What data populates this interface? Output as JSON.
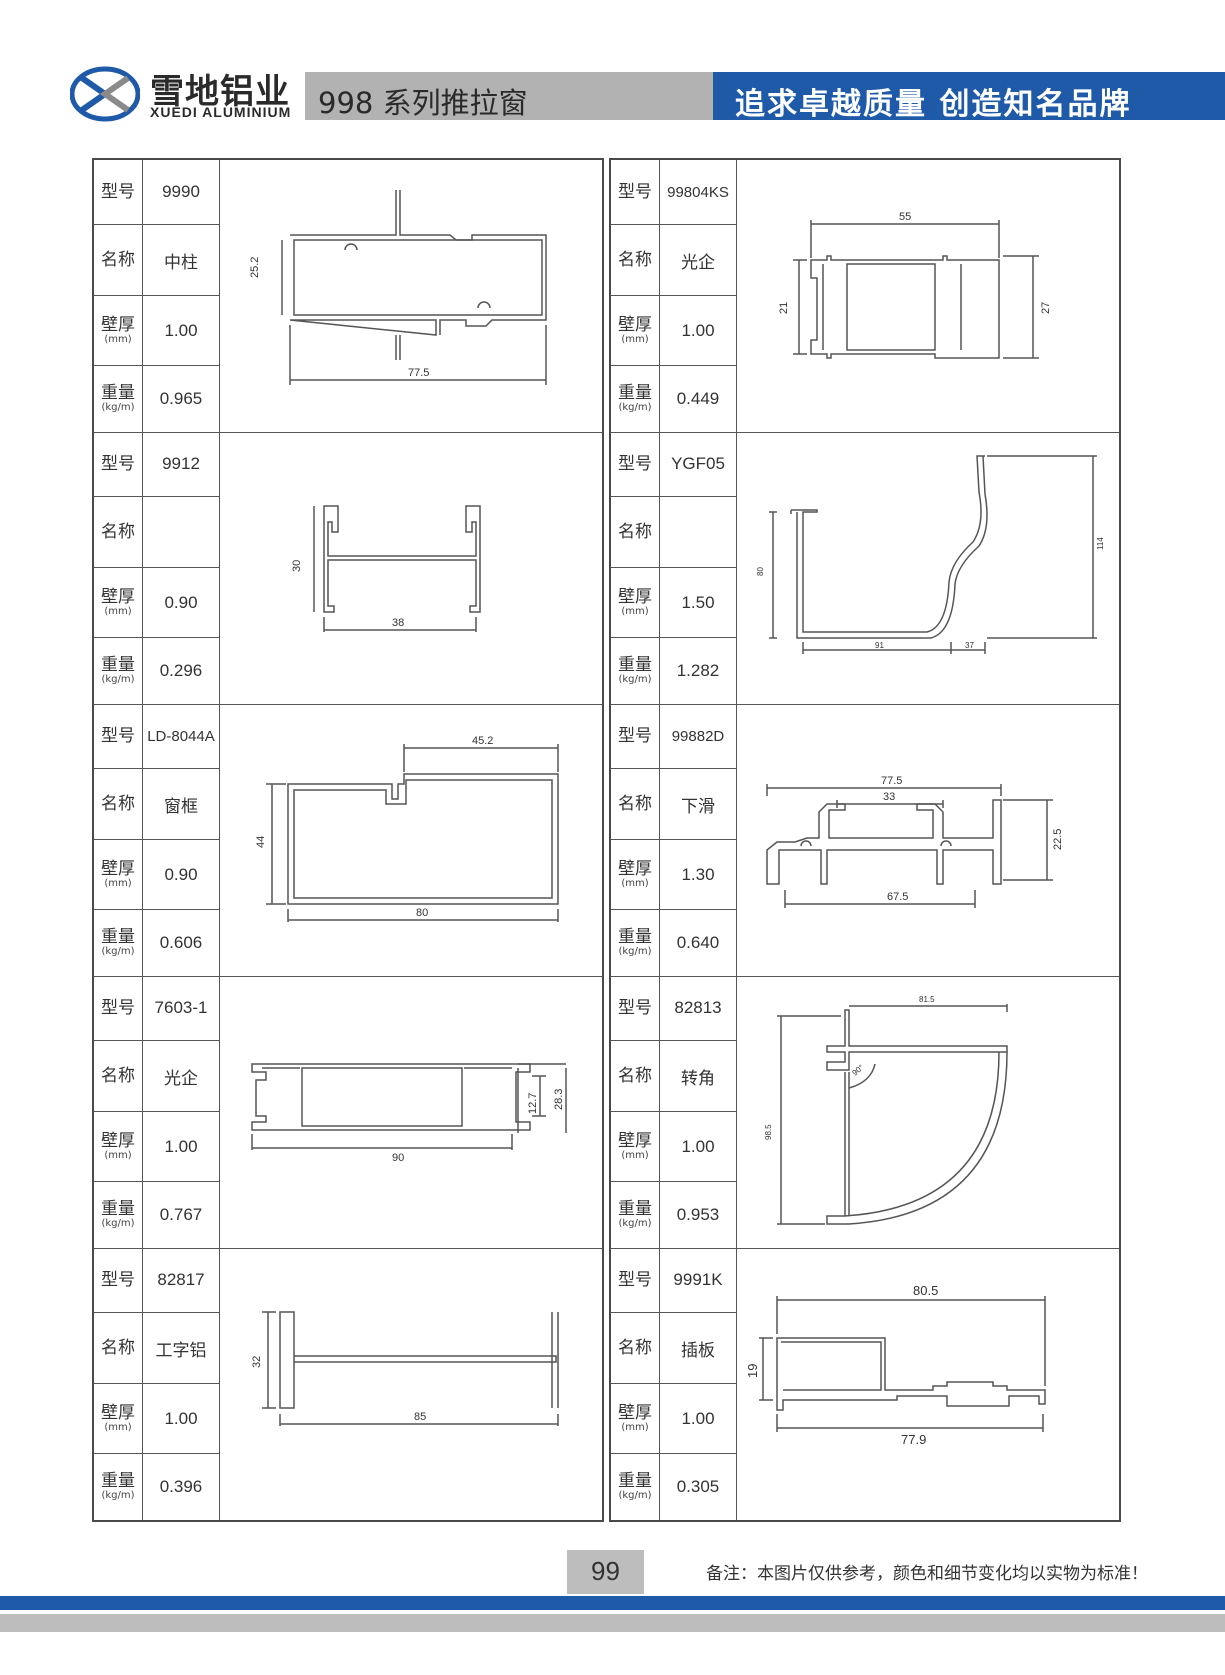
{
  "header": {
    "brand_cn": "雪地铝业",
    "brand_en": "XUEDI ALUMINIUM",
    "series_title": "998 系列推拉窗",
    "slogan": "追求卓越质量 创造知名品牌"
  },
  "labels": {
    "model": "型号",
    "name": "名称",
    "thickness": "壁厚",
    "thickness_unit": "(mm)",
    "weight": "重量",
    "weight_unit": "(kg/m)"
  },
  "profiles_left": [
    {
      "model": "9990",
      "name": "中柱",
      "thickness": "1.00",
      "weight": "0.965",
      "dims": [
        "25.2",
        "77.5"
      ]
    },
    {
      "model": "9912",
      "name": "",
      "thickness": "0.90",
      "weight": "0.296",
      "dims": [
        "30",
        "38"
      ]
    },
    {
      "model": "LD-8044A",
      "name": "窗框",
      "thickness": "0.90",
      "weight": "0.606",
      "dims": [
        "45.2",
        "44",
        "80"
      ]
    },
    {
      "model": "7603-1",
      "name": "光企",
      "thickness": "1.00",
      "weight": "0.767",
      "dims": [
        "12.7",
        "28.3",
        "90"
      ]
    },
    {
      "model": "82817",
      "name": "工字铝",
      "thickness": "1.00",
      "weight": "0.396",
      "dims": [
        "32",
        "85"
      ]
    }
  ],
  "profiles_right": [
    {
      "model": "99804KS",
      "name": "光企",
      "thickness": "1.00",
      "weight": "0.449",
      "dims": [
        "55",
        "21",
        "27"
      ]
    },
    {
      "model": "YGF05",
      "name": "",
      "thickness": "1.50",
      "weight": "1.282",
      "dims": [
        "80",
        "114",
        "91",
        "37"
      ]
    },
    {
      "model": "99882D",
      "name": "下滑",
      "thickness": "1.30",
      "weight": "0.640",
      "dims": [
        "77.5",
        "33",
        "22.5",
        "67.5"
      ]
    },
    {
      "model": "82813",
      "name": "转角",
      "thickness": "1.00",
      "weight": "0.953",
      "dims": [
        "81.5",
        "90°",
        "98.5"
      ]
    },
    {
      "model": "9991K",
      "name": "插板",
      "thickness": "1.00",
      "weight": "0.305",
      "dims": [
        "80.5",
        "19",
        "77.9"
      ]
    }
  ],
  "footer": {
    "page_number": "99",
    "note": "备注：本图片仅供参考，颜色和细节变化均以实物为标准！"
  }
}
